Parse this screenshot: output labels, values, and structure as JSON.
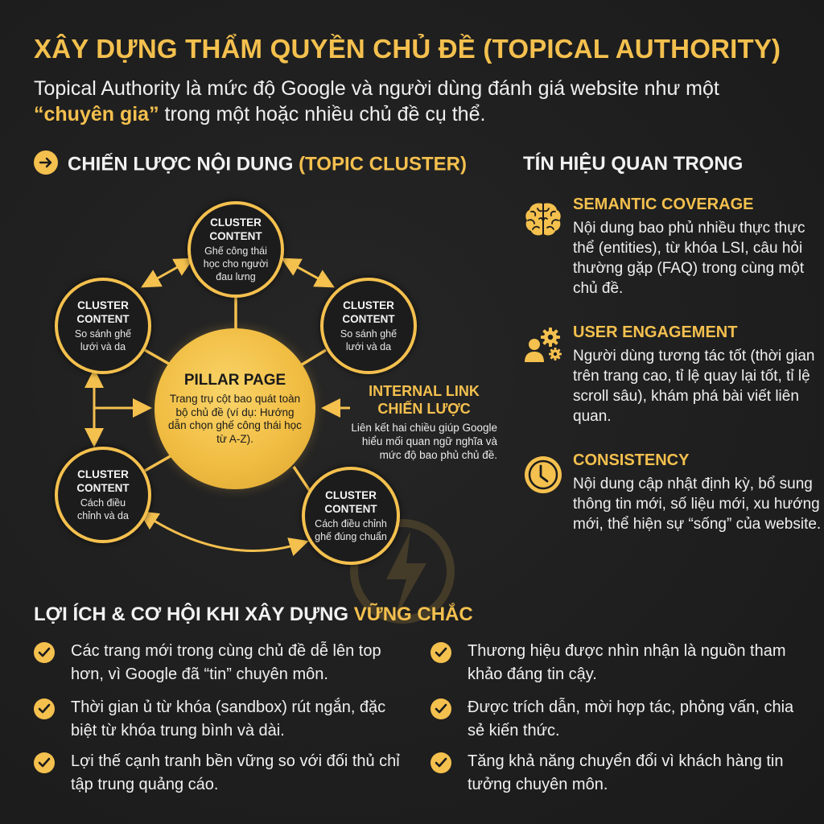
{
  "header": {
    "title": "XÂY DỰNG THẨM QUYỀN CHỦ ĐỀ (TOPICAL AUTHORITY)",
    "subtitle_pre": "Topical Authority là mức độ Google và người dùng đánh giá website như một ",
    "subtitle_highlight": "“chuyên gia”",
    "subtitle_post": " trong một hoặc nhiều chủ đề cụ thể."
  },
  "strategy": {
    "heading_main": "CHIẾN LƯỢC NỘI DUNG ",
    "heading_highlight": "(TOPIC CLUSTER)",
    "icon": "arrow-right-circle-icon",
    "pillar": {
      "title": "PILLAR PAGE",
      "desc": "Trang trụ cột bao quát toàn bộ chủ đề (ví dụ: Hướng dẫn chọn ghế công thái học từ A-Z)."
    },
    "clusters": [
      {
        "title": "CLUSTER CONTENT",
        "desc": "Ghế công thái học cho người đau lưng"
      },
      {
        "title": "CLUSTER CONTENT",
        "desc": "So sánh ghế lưới và da"
      },
      {
        "title": "CLUSTER CONTENT",
        "desc": "So sánh ghế lưới và da"
      },
      {
        "title": "CLUSTER CONTENT",
        "desc": "Cách điều chỉnh và da"
      },
      {
        "title": "CLUSTER CONTENT",
        "desc": "Cách điều chỉnh ghế đúng chuẩn"
      }
    ],
    "internal_link": {
      "title_line1": "INTERNAL LINK",
      "title_line2": "CHIẾN LƯỢC",
      "desc": "Liên kết hai chiều giúp Google hiểu mối quan ngữ nghĩa và mức độ bao phủ chủ đề."
    }
  },
  "signals": {
    "heading": "TÍN HIỆU QUAN TRỌNG",
    "items": [
      {
        "icon": "brain-icon",
        "title": "SEMANTIC COVERAGE",
        "desc": "Nội dung bao phủ nhiều thực thực thể (entities), từ khóa LSI, câu hỏi thường gặp (FAQ) trong cùng một chủ đề."
      },
      {
        "icon": "user-gears-icon",
        "title": "USER ENGAGEMENT",
        "desc": "Người dùng tương tác tốt (thời gian trên trang cao, tỉ lệ quay lại tốt, tỉ lệ scroll sâu), khám phá bài viết liên quan."
      },
      {
        "icon": "clock-icon",
        "title": "CONSISTENCY",
        "desc": "Nội dung cập nhật định kỳ, bổ sung thông tin mới, số liệu mới, xu hướng mới, thể hiện sự “sống” của website."
      }
    ]
  },
  "benefits": {
    "heading_main": "LỢI ÍCH & CƠ HỘI KHI XÂY DỰNG ",
    "heading_highlight": "VỮNG CHẮC",
    "left": [
      "Các trang mới trong cùng chủ đề dễ lên top hơn, vì Google đã “tin” chuyên môn.",
      "Thời gian ủ từ khóa (sandbox) rút ngắn, đặc biệt từ khóa trung bình và dài.",
      "Lợi thế cạnh tranh bền vững so với đối thủ chỉ tập trung quảng cáo."
    ],
    "right": [
      "Thương hiệu được nhìn nhận là nguồn tham khảo đáng tin cậy.",
      "Được trích dẫn, mời hợp tác, phỏng vấn, chia sẻ kiến thức.",
      "Tăng khả năng chuyển đổi vì khách hàng tin tưởng chuyên môn."
    ]
  },
  "colors": {
    "accent": "#f4c04e",
    "background": "#1f1f1f",
    "text": "#f2f2f2"
  }
}
